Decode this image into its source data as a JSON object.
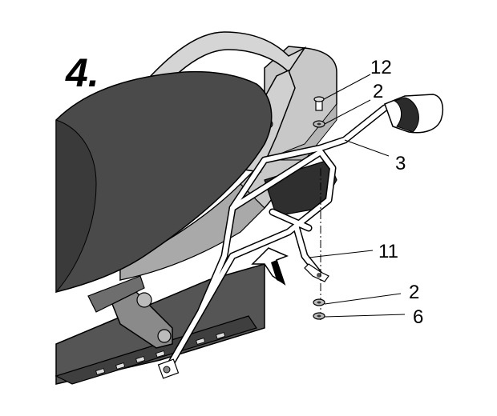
{
  "step_label": "4.",
  "callouts": [
    {
      "id": "12",
      "label": "12"
    },
    {
      "id": "2a",
      "label": "2"
    },
    {
      "id": "3",
      "label": "3"
    },
    {
      "id": "11",
      "label": "11"
    },
    {
      "id": "2b",
      "label": "2"
    },
    {
      "id": "6",
      "label": "6"
    }
  ],
  "colors": {
    "seat": "#4a4a4a",
    "seat_shadow": "#3a3a3a",
    "body_panel": "#c8c8c8",
    "body_panel_dark": "#a9a9a9",
    "frame": "#6b6b6b",
    "rack_outline": "#000000",
    "rack_fill": "#ffffff"
  }
}
